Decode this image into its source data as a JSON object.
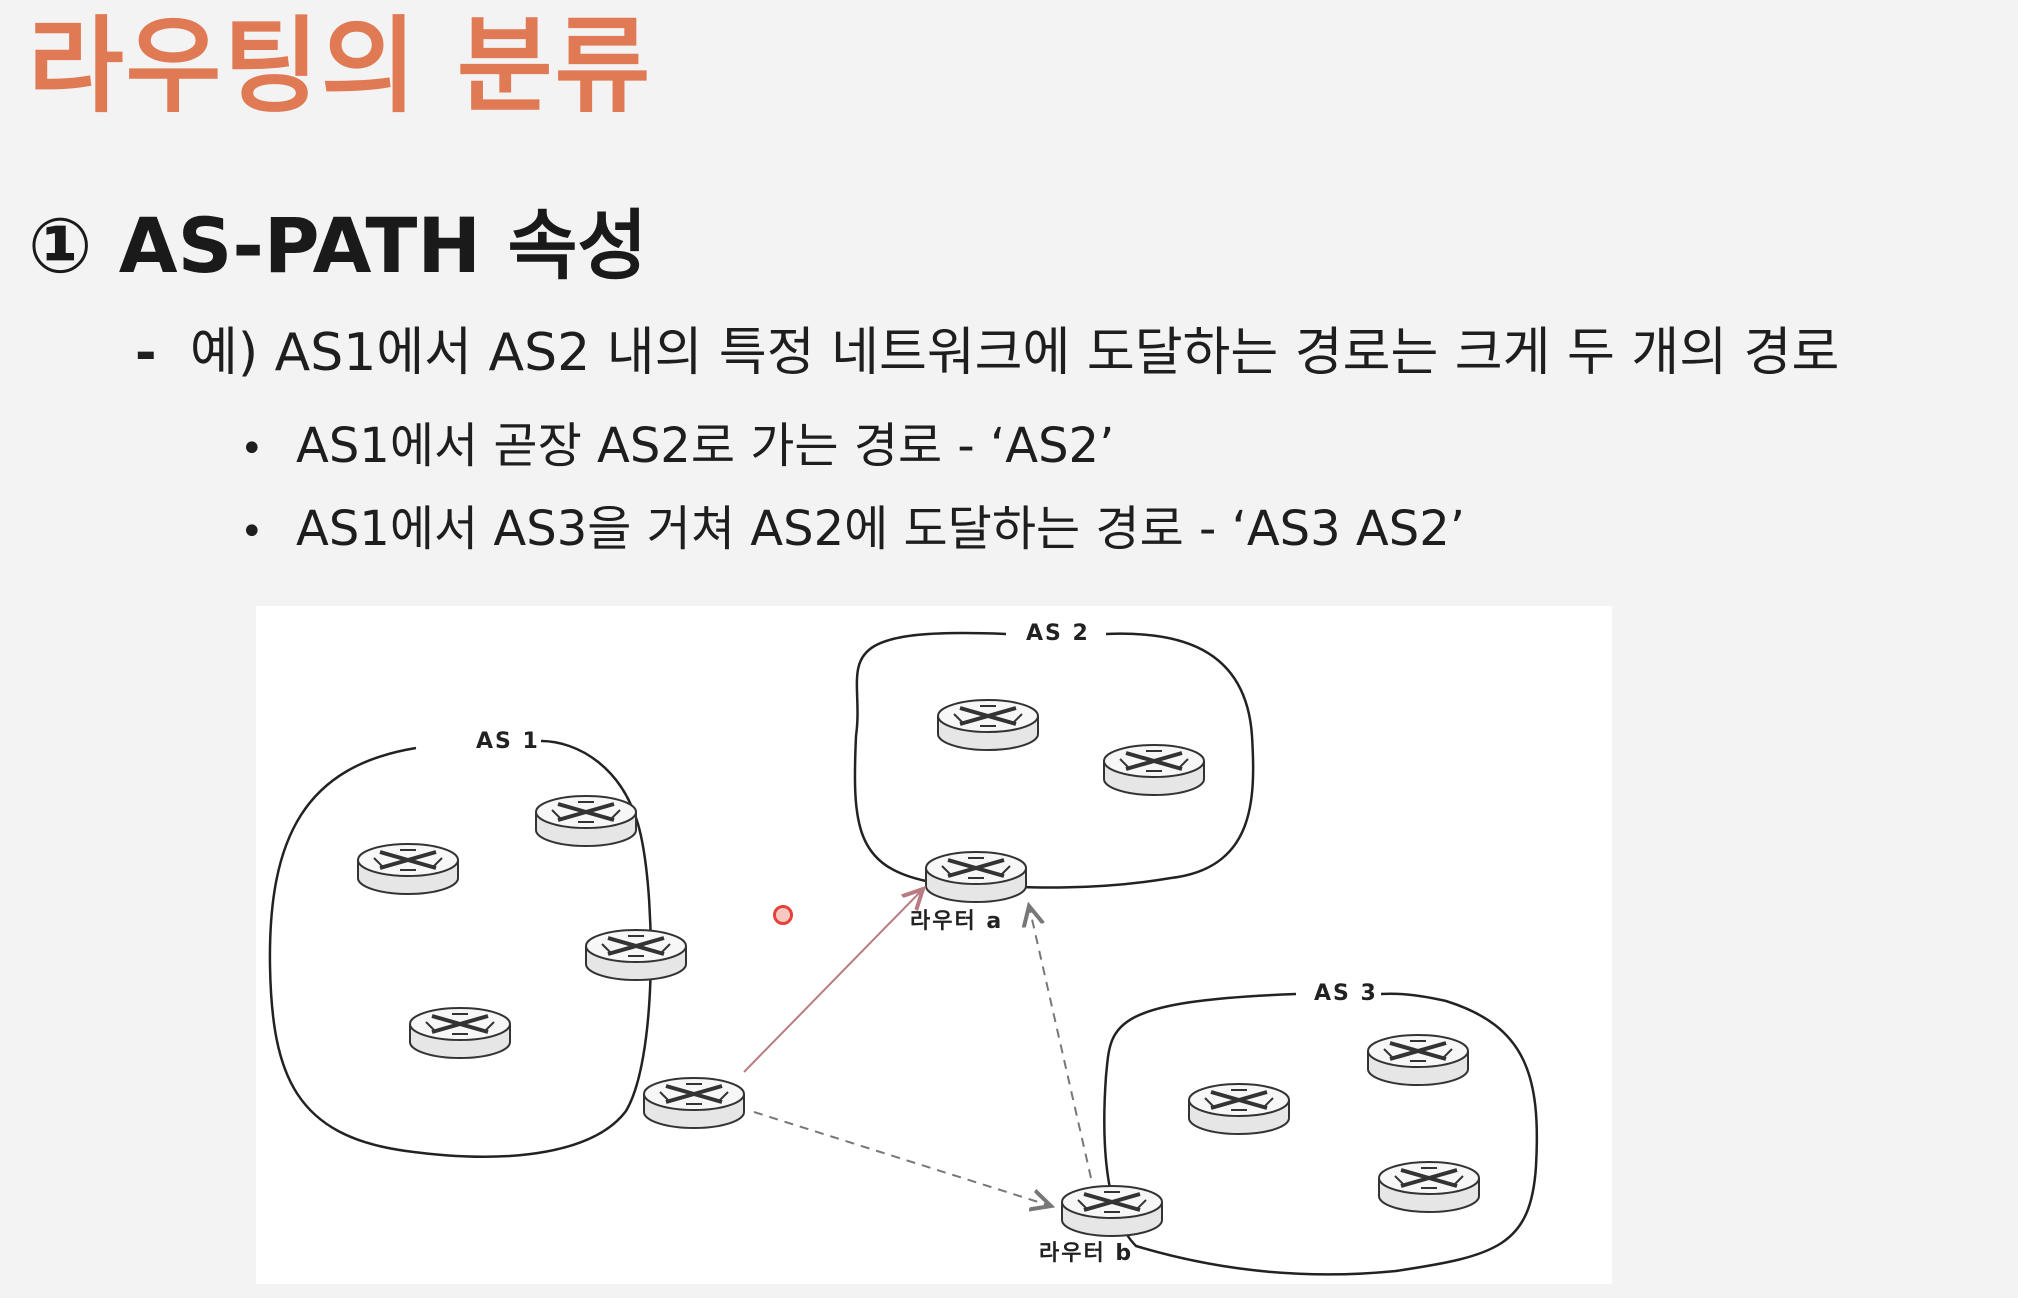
{
  "slide": {
    "title": "라우팅의 분류",
    "section": "① AS-PATH 속성",
    "example": {
      "marker": "-",
      "text": "예) AS1에서 AS2 내의 특정 네트워크에 도달하는 경로는 크게 두 개의 경로"
    },
    "bullets": [
      {
        "marker": "•",
        "text": "AS1에서 곧장 AS2로 가는 경로 - ‘AS2’"
      },
      {
        "marker": "•",
        "text": "AS1에서 AS3을 거쳐 AS2에 도달하는 경로 - ‘AS3 AS2’"
      }
    ]
  },
  "diagram": {
    "as_labels": [
      "AS 1",
      "AS 2",
      "AS 3"
    ],
    "router_labels": [
      "라우터 a",
      "라우터 b"
    ],
    "direct_path_color": "#b87c82",
    "dashed_path_color": "#777777"
  }
}
